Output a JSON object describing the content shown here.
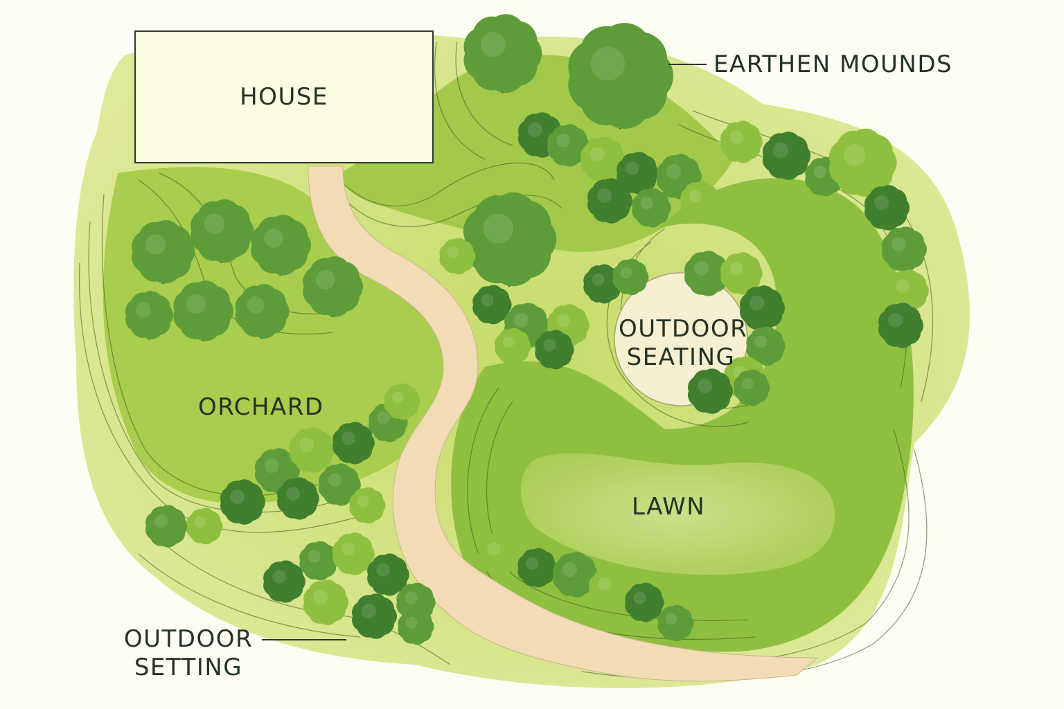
{
  "labels": {
    "house": "HOUSE",
    "earthen_mounds": "EARTHEN MOUNDS",
    "orchard": "ORCHARD",
    "outdoor_seating_line1": "OUTDOOR",
    "outdoor_seating_line2": "SEATING",
    "lawn": "LAWN",
    "outdoor_setting_line1": "OUTDOOR",
    "outdoor_setting_line2": "SETTING"
  },
  "colors": {
    "background": "#fdfdf3",
    "outer_ground": "#d4e27a",
    "mid_grass": "#a9cd4c",
    "dark_grass": "#86b83a",
    "lawn_center": "#c8dd7e",
    "path": "#f1dcb6",
    "seating": "#f7efd2",
    "house_fill": "#fdfde3",
    "tree_dark": "#3f7f2e",
    "tree_mid": "#5d9c38",
    "tree_light": "#8fbf3e",
    "contour": "#3a5a20",
    "text": "#243224"
  },
  "icons": {
    "trees": "tree-canopy-icon",
    "shrubs": "shrub-icon"
  }
}
